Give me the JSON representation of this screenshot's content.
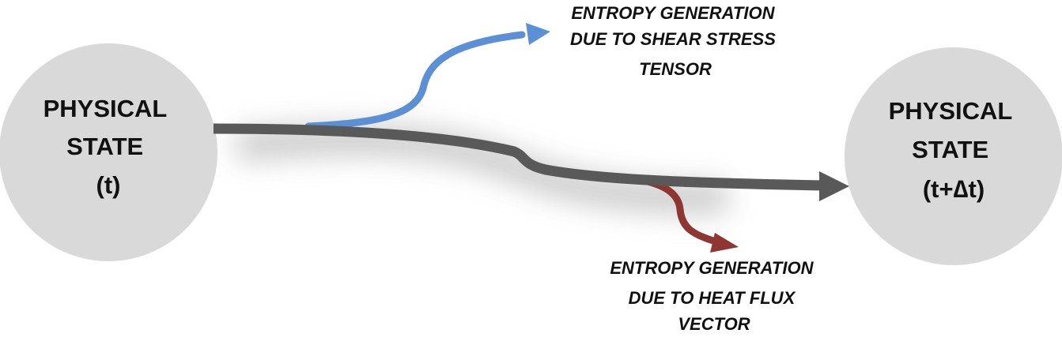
{
  "states": {
    "initial": {
      "lines": [
        "PHYSICAL",
        "STATE",
        "(t)"
      ]
    },
    "final": {
      "lines": [
        "PHYSICAL",
        "STATE",
        "(t+∆t)"
      ]
    }
  },
  "branches": {
    "shear": {
      "lines": [
        "ENTROPY GENERATION",
        "DUE TO SHEAR STRESS",
        "TENSOR"
      ],
      "color": "#5b8fd6"
    },
    "heat": {
      "lines": [
        "ENTROPY GENERATION",
        "DUE TO HEAT FLUX",
        "VECTOR"
      ],
      "color": "#8e3631"
    }
  },
  "colors": {
    "state_fill": "#d9d9d9",
    "main_arrow": "#595959",
    "shadow": "#9a9a9a"
  }
}
